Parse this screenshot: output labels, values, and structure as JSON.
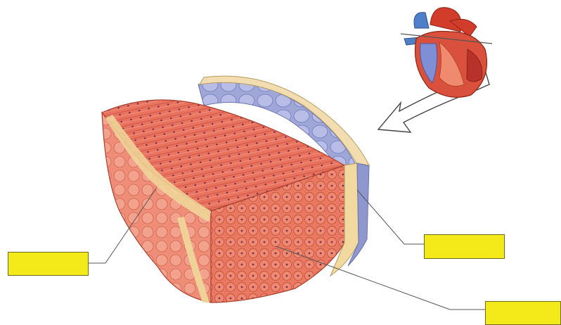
{
  "labels": [
    {
      "id": "label-1",
      "text": ""
    },
    {
      "id": "label-2",
      "text": ""
    },
    {
      "id": "label-3",
      "text": ""
    }
  ],
  "colors": {
    "label_fill": "#f4ea1a",
    "label_border": "#6e6a20",
    "muscle": "#e8735e",
    "muscle_dark": "#c94a3c",
    "fat_layer": "#f1d9a0",
    "endothelium": "#aab2df",
    "heart_red": "#d8402e",
    "heart_blue": "#5b7fc9"
  },
  "icons": {
    "heart": "heart-illustration",
    "pointer_arrow": "arrow-icon"
  }
}
